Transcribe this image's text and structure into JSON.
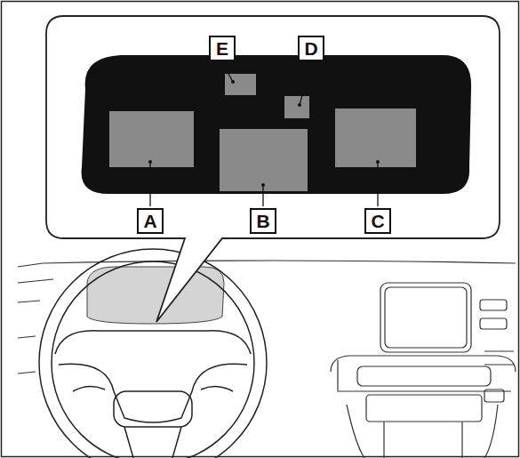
{
  "diagram": {
    "labels": [
      "E",
      "D",
      "A",
      "B",
      "C"
    ]
  }
}
